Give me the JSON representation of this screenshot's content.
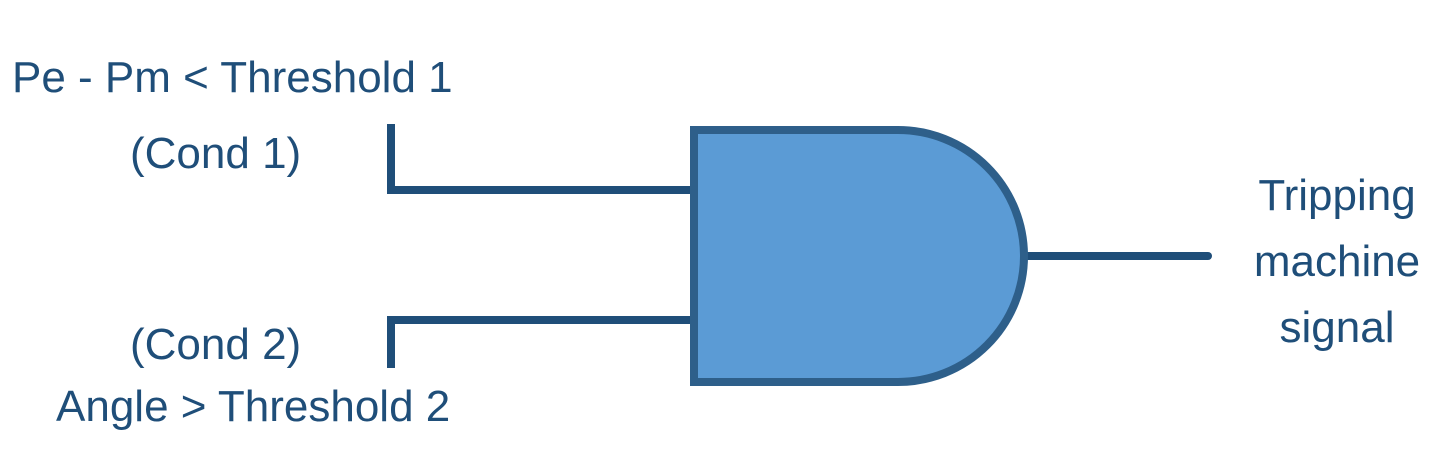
{
  "inputs": [
    {
      "expression": "Pe - Pm < Threshold 1",
      "tag": "(Cond 1)"
    },
    {
      "expression": "Angle > Threshold 2",
      "tag": "(Cond 2)"
    }
  ],
  "output": {
    "lines": [
      "Tripping",
      "machine",
      "signal"
    ]
  },
  "gate": {
    "type": "AND",
    "fill_color": "#5b9bd5",
    "stroke_color": "#2e5f8a"
  },
  "colors": {
    "text": "#1f4e79",
    "wire": "#1f4e79"
  }
}
